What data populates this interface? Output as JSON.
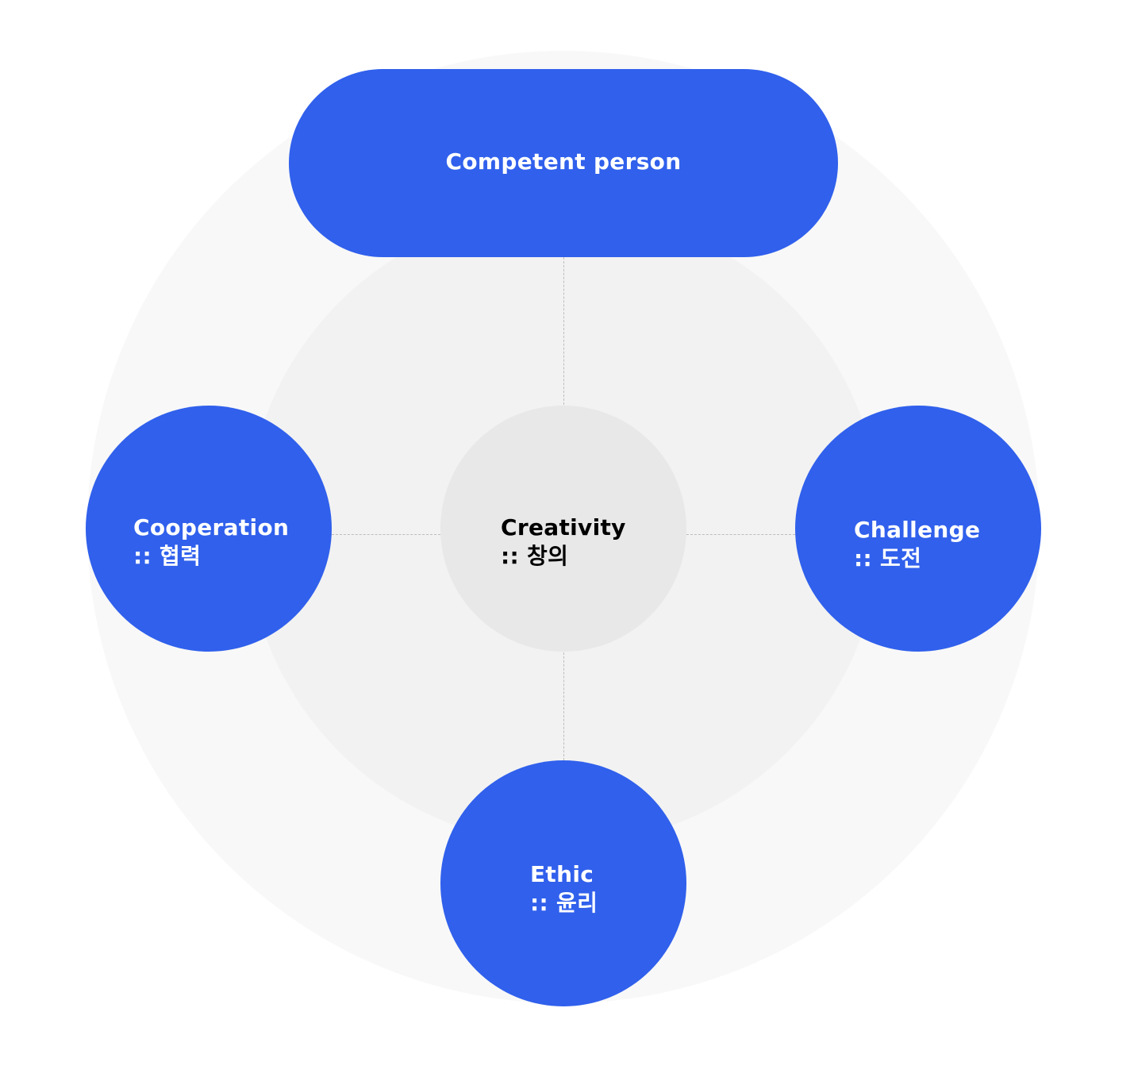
{
  "diagram": {
    "top": {
      "title": "Competent person"
    },
    "center": {
      "title": "Creativity",
      "subtitle": ":: 창의"
    },
    "left": {
      "title": "Cooperation",
      "subtitle": ":: 협력"
    },
    "right": {
      "title": "Challenge",
      "subtitle": ":: 도전"
    },
    "bottom": {
      "title": "Ethic",
      "subtitle": ":: 윤리"
    }
  },
  "colors": {
    "accent_blue": "#3060EC",
    "center_fill": "#E8E8E8",
    "inner_ring": "#F2F2F2",
    "outer_ring": "#F8F8F8",
    "connector": "#BDBDBD"
  }
}
